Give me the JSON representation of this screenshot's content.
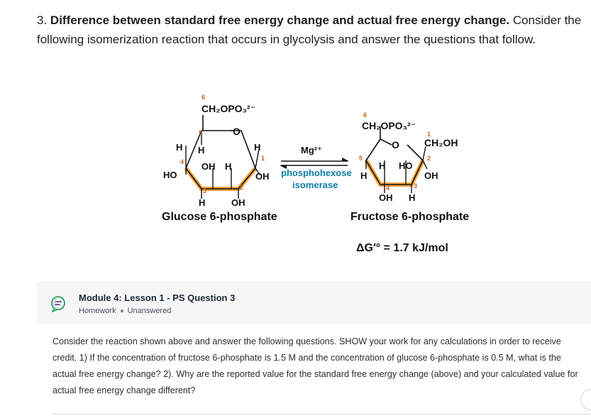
{
  "question": {
    "number": "3.",
    "title_bold": "Difference between standard free energy change and actual free energy change.",
    "title_rest": " Consider the",
    "line2": "following isomerization reaction that occurs in glycolysis and answer the questions that follow."
  },
  "diagram": {
    "left": {
      "carbon6": "6",
      "group": "CH₂OPO₃²⁻",
      "carbon5": "5",
      "ring_o": "O",
      "h_top_left": "H",
      "h_top_inner": "H",
      "h_top_right": "H",
      "carbon4": "4",
      "carbon1": "1",
      "oh_mid": "OH",
      "h_mid": "H",
      "ho_left": "HO",
      "oh_right": "OH",
      "carbon3": "3",
      "carbon2": "2",
      "h_bottom": "H",
      "oh_bottom": "OH",
      "name": "Glucose 6-phosphate"
    },
    "arrow": {
      "cofactor": "Mg²⁺",
      "enzyme_line1": "phosphohexose",
      "enzyme_line2": "isomerase"
    },
    "right": {
      "carbon6": "6",
      "group": "CH₂OPO₃²⁻",
      "ring_o": "O",
      "carbon1": "1",
      "ch2oh": "CH₂OH",
      "carbon5": "5",
      "h_inner": "H",
      "ho_inner": "HO",
      "carbon2": "2",
      "h_left": "H",
      "oh_right": "OH",
      "carbon4": "4",
      "carbon3": "3",
      "oh_bottom": "OH",
      "h_bottom": "H",
      "name": "Fructose 6-phosphate"
    },
    "delta_g": "ΔG′° = 1.7 kJ/mol"
  },
  "card": {
    "title": "Module 4: Lesson 1 - PS Question 3",
    "type": "Homework",
    "status": "Unanswered"
  },
  "prompt": "Consider the reaction shown above and answer the following questions. SHOW your work for any calculations in order to receive credit. 1) If the concentration of fructose 6-phosphate is 1.5 M and the concentration of glucose 6-phosphate is 0.5 M, what is the actual free energy change? 2). Why are the reported value for the standard free energy change (above) and your calculated value for actual free energy change different?",
  "colors": {
    "ring_highlight": "#f2a23a",
    "enzyme_blue": "#0e7fa8",
    "card_icon_green": "#2e9d5a",
    "card_icon_purple": "#7b3fb0"
  }
}
